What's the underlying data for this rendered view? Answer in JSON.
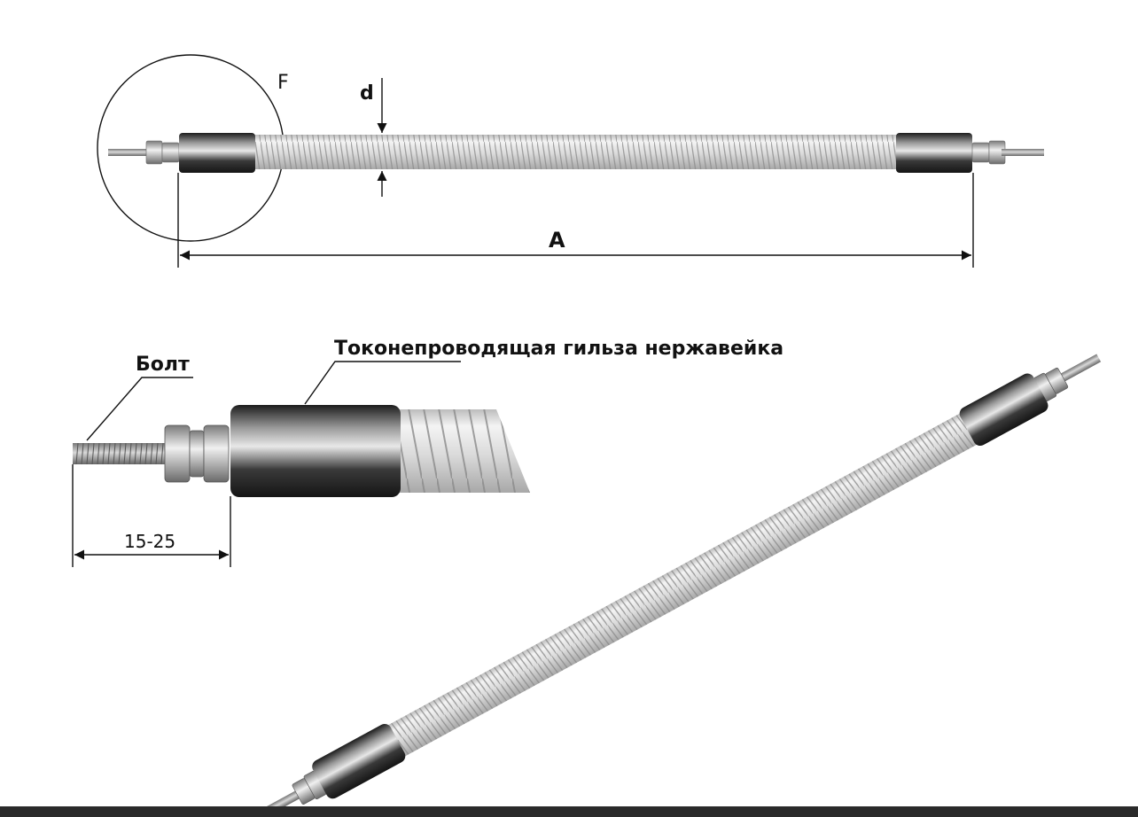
{
  "labels": {
    "detail": "F",
    "diameter": "d",
    "length": "A",
    "bolt": "Болт",
    "sleeve": "Токонепроводящая гильза нержавейка",
    "bolt_length": "15-25"
  },
  "colors": {
    "line": "#111111",
    "sleeve_dark": "#2b2b2b",
    "sleeve_light": "#d8d8d8",
    "spiral": "#8a8a8a",
    "tube_glass": "#e6e6e6",
    "bar": "#2a2a2a"
  }
}
